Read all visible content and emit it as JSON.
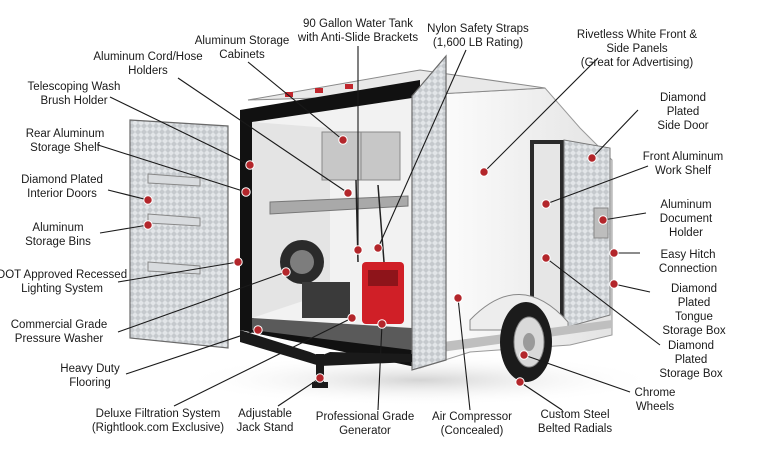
{
  "colors": {
    "marker": "#b3262b",
    "leader": "#1a1a1a",
    "trailer_body": "#f4f4f4",
    "trailer_shadow": "#cfcfcf",
    "diamond_plate": "#c9cdd1",
    "frame_black": "#111111",
    "generator_red": "#d01f27",
    "tire": "#1b1b1b"
  },
  "labels": {
    "aluminum_storage_cabinets": "Aluminum Storage\nCabinets",
    "water_tank": "90 Gallon Water Tank\nwith Anti-Slide Brackets",
    "nylon_straps": "Nylon Safety Straps\n(1,600 LB Rating)",
    "riveting_panels": "Rivetless White Front & Side Panels\n(Great for Advertising)",
    "cord_hose_holders": "Aluminum Cord/Hose\nHolders",
    "telescoping_wash": "Telescoping Wash\nBrush Holder",
    "rear_shelf": "Rear  Aluminum\nStorage Shelf",
    "diamond_interior_doors": "Diamond Plated\nInterior Doors",
    "storage_bins": "Aluminum\nStorage Bins",
    "dot_lighting": "DOT Approved Recessed\nLighting System",
    "pressure_washer": "Commercial Grade\nPressure Washer",
    "heavy_flooring": "Heavy Duty\nFlooring",
    "deluxe_filtration": "Deluxe Filtration System\n(Rightlook.com Exclusive)",
    "jack_stand": "Adjustable\nJack Stand",
    "generator": "Professional Grade\nGenerator",
    "air_compressor": "Air Compressor\n(Concealed)",
    "radials": "Custom Steel\nBelted Radials",
    "side_door": "Diamond Plated\nSide Door",
    "work_shelf": "Front Aluminum\nWork Shelf",
    "document_holder": "Aluminum Document\nHolder",
    "easy_hitch": "Easy Hitch Connection",
    "tongue_box": "Diamond Plated\nTongue Storage Box",
    "storage_box": "Diamond Plated\nStorage Box",
    "chrome_wheels": "Chrome\nWheels"
  }
}
